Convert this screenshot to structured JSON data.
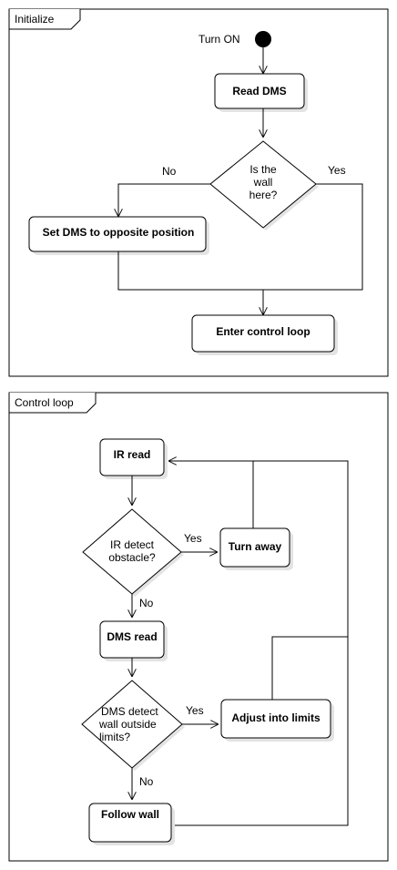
{
  "initialize": {
    "title": "Initialize",
    "start_label": "Turn ON",
    "read_dms": "Read DMS",
    "decision_lines": [
      "Is the",
      "wall",
      "here?"
    ],
    "no_label": "No",
    "yes_label": "Yes",
    "set_dms": "Set DMS to opposite position",
    "enter_loop": "Enter control loop"
  },
  "control_loop": {
    "title": "Control loop",
    "ir_read": "IR read",
    "ir_decision_lines": [
      "IR detect",
      "obstacle?"
    ],
    "ir_yes": "Yes",
    "ir_no": "No",
    "turn_away": "Turn away",
    "dms_read": "DMS read",
    "dms_decision_lines": [
      "DMS detect",
      "wall outside",
      "limits?"
    ],
    "dms_yes": "Yes",
    "dms_no": "No",
    "adjust": "Adjust into limits",
    "follow_wall": "Follow wall"
  }
}
